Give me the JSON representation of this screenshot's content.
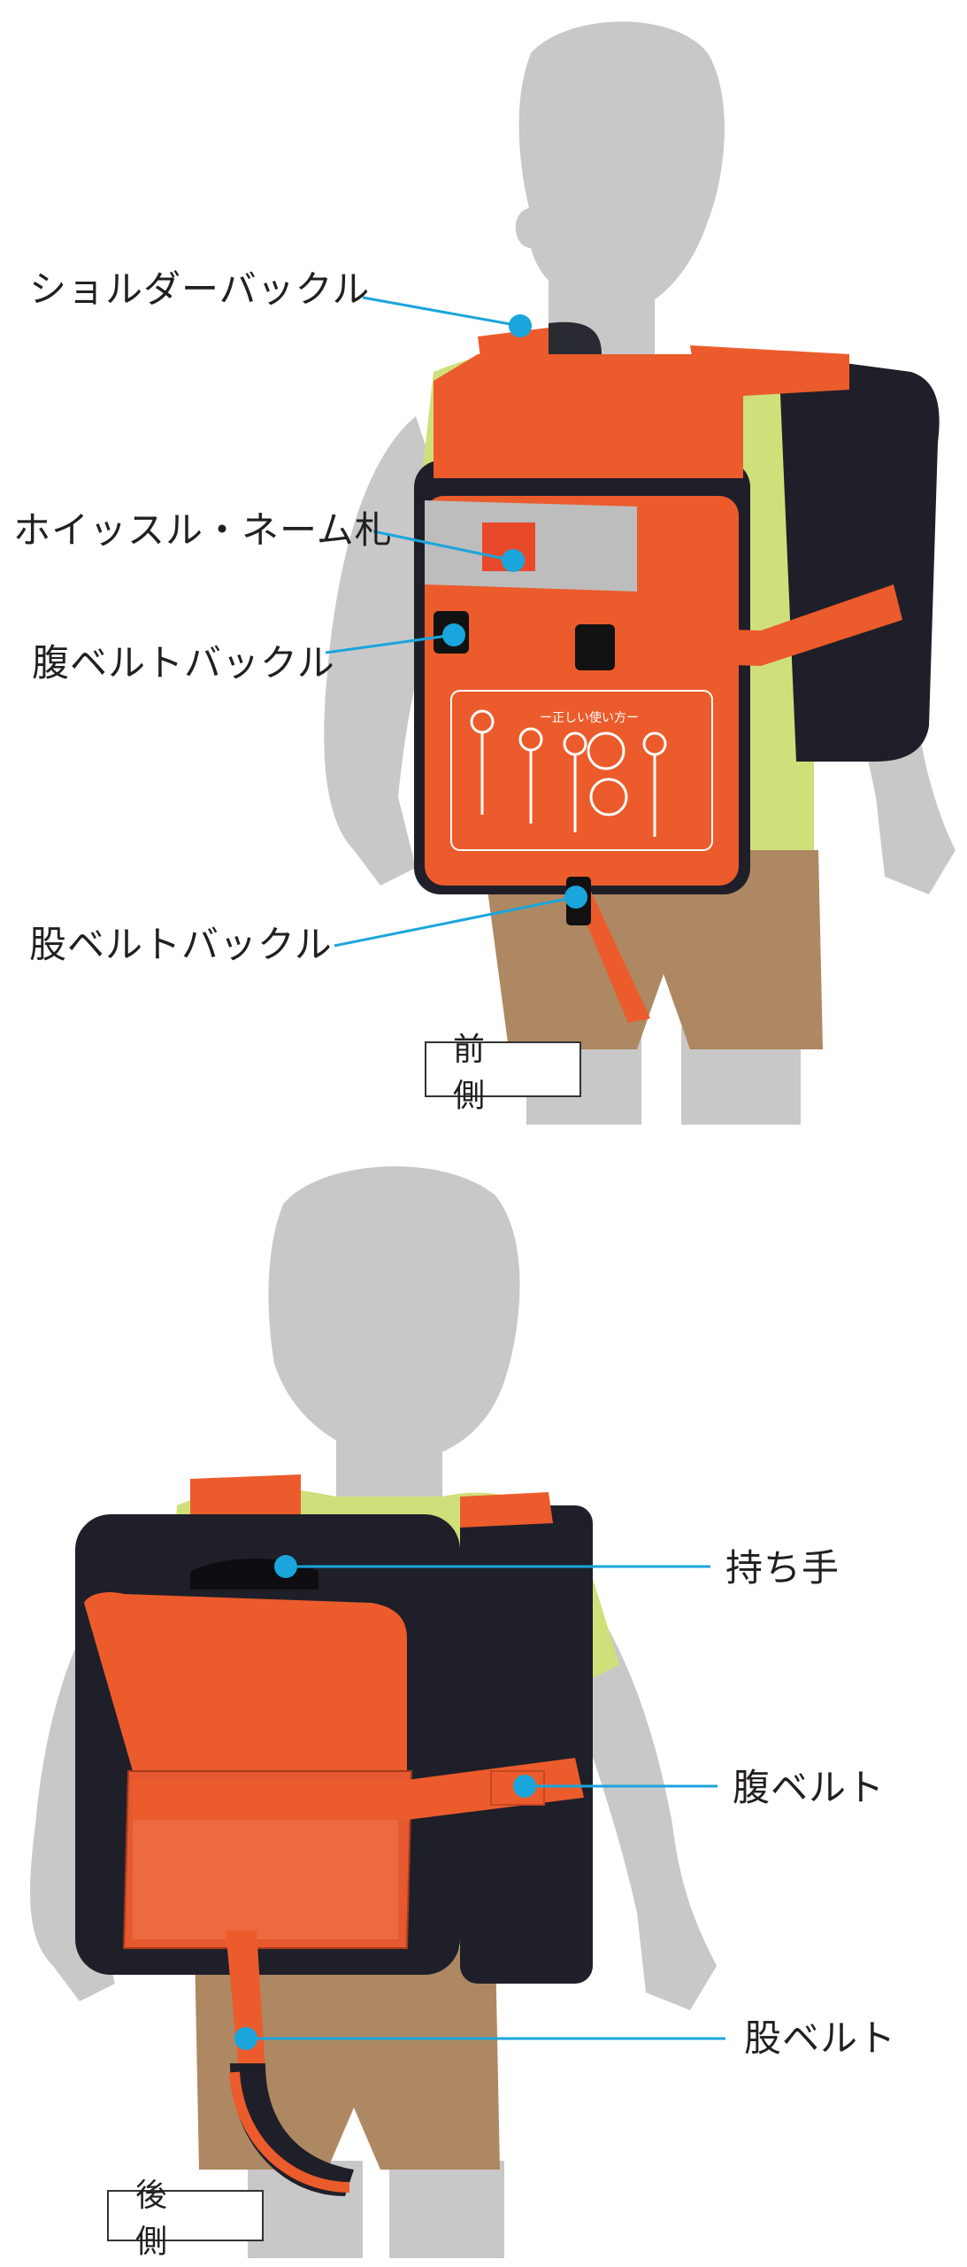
{
  "front": {
    "caption": "前 側",
    "labels": {
      "shoulder_buckle": "ショルダーバックル",
      "whistle_nametag": "ホイッスル・ネーム札",
      "belly_belt_buckle": "腹ベルトバックル",
      "crotch_belt_buckle": "股ベルトバックル"
    },
    "instruction_panel_title": "ー正しい使い方ー"
  },
  "back": {
    "caption": "後 側",
    "labels": {
      "handle": "持ち手",
      "belly_belt": "腹ベルト",
      "crotch_belt": "股ベルト"
    }
  },
  "colors": {
    "callout_line": "#1aa5dc",
    "silhouette": "#c8c8c8",
    "shirt": "#cfe07a",
    "shorts": "#ae8862",
    "bag_orange": "#ec5b2b",
    "bag_dark": "#1f1f29"
  }
}
